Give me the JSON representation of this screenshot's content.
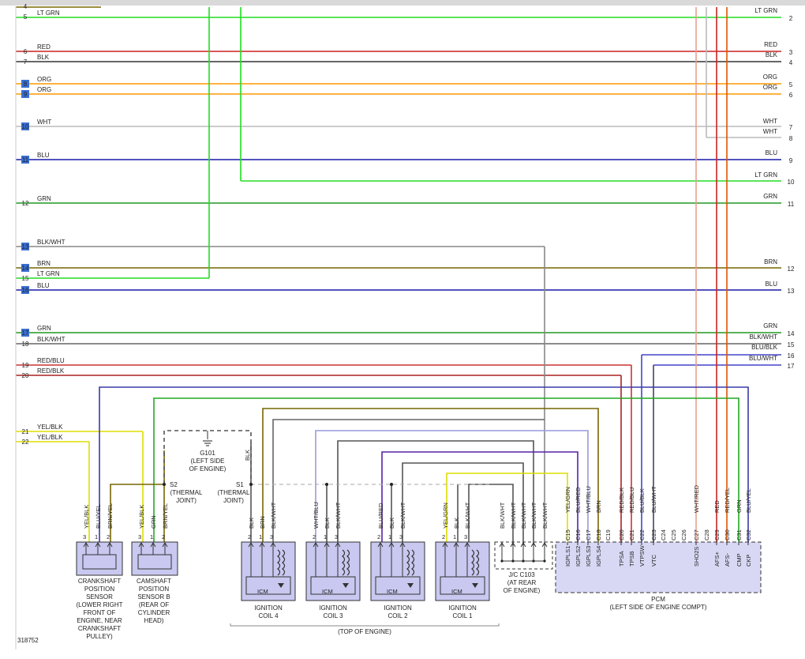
{
  "wires": [
    {
      "left": "4",
      "right": "",
      "label_left": "",
      "label_right": "",
      "color": "#7a6a00"
    },
    {
      "left": "5",
      "right": "2",
      "label_left": "LT GRN",
      "label_right": "LT GRN",
      "color": "#22dd22"
    },
    {
      "left": "6",
      "right": "3",
      "label_left": "RED",
      "label_right": "RED",
      "color": "#cc2222"
    },
    {
      "left": "7",
      "right": "4",
      "label_left": "BLK",
      "label_right": "BLK",
      "color": "#333333"
    },
    {
      "left": "8",
      "right": "5",
      "label_left": "ORG",
      "label_right": "ORG",
      "color": "#ff9900"
    },
    {
      "left": "9",
      "right": "6",
      "label_left": "ORG",
      "label_right": "ORG",
      "color": "#ff9900"
    },
    {
      "left": "10",
      "right": "7",
      "label_left": "WHT",
      "label_right": "WHT",
      "color": "#bbbbbb"
    },
    {
      "left": "",
      "right": "8",
      "label_left": "",
      "label_right": "WHT",
      "color": "#bbbbbb"
    },
    {
      "left": "11",
      "right": "9",
      "label_left": "BLU",
      "label_right": "BLU",
      "color": "#1a1aaa"
    },
    {
      "left": "",
      "right": "10",
      "label_left": "",
      "label_right": "LT GRN",
      "color": "#22dd22"
    },
    {
      "left": "12",
      "right": "11",
      "label_left": "GRN",
      "label_right": "GRN",
      "color": "#229922"
    },
    {
      "left": "13",
      "right": "",
      "label_left": "BLK/WHT",
      "label_right": "",
      "color": "#888888"
    },
    {
      "left": "14",
      "right": "12",
      "label_left": "BRN",
      "label_right": "BRN",
      "color": "#776600"
    },
    {
      "left": "15",
      "right": "",
      "label_left": "LT GRN",
      "label_right": "",
      "color": "#22dd22"
    },
    {
      "left": "16",
      "right": "13",
      "label_left": "BLU",
      "label_right": "BLU",
      "color": "#1a1aaa"
    },
    {
      "left": "17",
      "right": "14",
      "label_left": "GRN",
      "label_right": "GRN",
      "color": "#229922"
    },
    {
      "left": "18",
      "right": "15",
      "label_left": "BLK/WHT",
      "label_right": "BLK/WHT",
      "color": "#666666"
    },
    {
      "left": "",
      "right": "16",
      "label_left": "",
      "label_right": "BLU/BLK",
      "color": "#4444cc"
    },
    {
      "left": "19",
      "right": "",
      "label_left": "RED/BLU",
      "label_right": "",
      "color": "#cc3333"
    },
    {
      "left": "",
      "right": "17",
      "label_left": "",
      "label_right": "BLU/WHT",
      "color": "#4444cc"
    },
    {
      "left": "20",
      "right": "",
      "label_left": "RED/BLK",
      "label_right": "",
      "color": "#aa2222"
    },
    {
      "left": "21",
      "right": "",
      "label_left": "YEL/BLK",
      "label_right": "",
      "color": "#dddd00"
    },
    {
      "left": "22",
      "right": "",
      "label_left": "YEL/BLK",
      "label_right": "",
      "color": "#dddd00"
    }
  ],
  "components": {
    "crank": {
      "lines": [
        "CRANKSHAFT",
        "POSITION",
        "SENSOR",
        "(LOWER RIGHT",
        "FRONT OF",
        "ENGINE, NEAR",
        "CRANKSHAFT",
        "PULLEY)"
      ],
      "pins": [
        "3",
        "1",
        "2"
      ],
      "wires": [
        "YEL/BLK",
        "BLU/YEL",
        "BRN/YEL"
      ]
    },
    "cam": {
      "lines": [
        "CAMSHAFT",
        "POSITION",
        "SENSOR B",
        "(REAR OF",
        "CYLINDER",
        "HEAD)"
      ],
      "pins": [
        "3",
        "1",
        "2"
      ],
      "wires": [
        "YEL/BLK",
        "GRN",
        "BRN/YEL"
      ]
    },
    "g101": {
      "lines": [
        "G101",
        "(LEFT SIDE",
        "OF ENGINE)"
      ],
      "wire": "BLK"
    },
    "s2": {
      "lines": [
        "S2",
        "(THERMAL",
        "JOINT)"
      ]
    },
    "s1": {
      "lines": [
        "S1",
        "(THERMAL",
        "JOINT)"
      ]
    },
    "coils": [
      {
        "name": "IGNITION",
        "num": "COIL 4",
        "wires": [
          "BLK",
          "BRN",
          "BLK/WHT"
        ]
      },
      {
        "name": "IGNITION",
        "num": "COIL 3",
        "wires": [
          "WHT/BLU",
          "BLK",
          "BLK/WHT"
        ]
      },
      {
        "name": "IGNITION",
        "num": "COIL 2",
        "wires": [
          "BLU/RED",
          "BLK",
          "BLK/WHT"
        ]
      },
      {
        "name": "IGNITION",
        "num": "COIL 1",
        "wires": [
          "YEL/GRN",
          "BLK",
          "BLK/WHT"
        ]
      }
    ],
    "coil_pins": [
      "2",
      "1",
      "3"
    ],
    "icm_label": "ICM",
    "top_of_engine": "(TOP OF ENGINE)",
    "jc": {
      "lines": [
        "J/C C103",
        "(AT REAR",
        "OF ENGINE)"
      ],
      "wires": [
        "BLK/WHT",
        "BLK/WHT",
        "BLK/WHT",
        "BLK/WHT",
        "BLK/WHT"
      ]
    },
    "pcm": {
      "title": "PCM",
      "subtitle": "(LEFT SIDE OF ENGINE COMPT)",
      "pins": [
        "C15",
        "C16",
        "C17",
        "C18",
        "C19",
        "C20",
        "C21",
        "C22",
        "C23",
        "C24",
        "C25",
        "C26",
        "C27",
        "C28",
        "C29",
        "C30",
        "C31",
        "C32"
      ],
      "wires": [
        "YEL/GRN",
        "BLU/RED",
        "WHT/BLU",
        "BRN",
        "",
        "RED/BLK",
        "RED/BLU",
        "BLU/BLK",
        "BLU/WHT",
        "",
        "",
        "",
        "WHT/RED",
        "",
        "RED",
        "RED/YEL",
        "GRN",
        "BLU/YEL"
      ],
      "signals": [
        "IGPLS1",
        "IGPLS2",
        "IGPLS3",
        "IGPLS4",
        "",
        "TPSA",
        "TPSB",
        "VTPSW",
        "VTC",
        "",
        "",
        "",
        "",
        "SHO2S",
        "",
        "AFS+",
        "AFS-",
        "CMP",
        "CKP"
      ]
    }
  },
  "figure_id": "318752"
}
